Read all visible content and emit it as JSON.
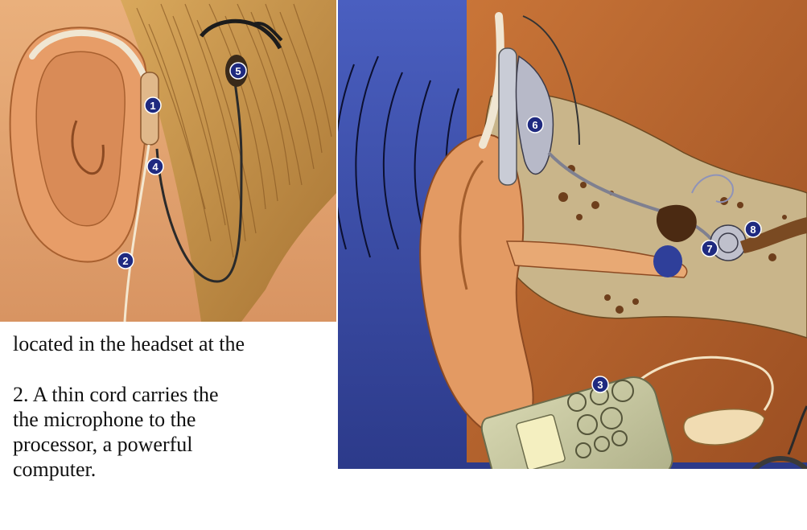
{
  "caption": {
    "line_1": "located in the headset at the",
    "line_2": "2. A thin cord carries the",
    "line_3": "the microphone to the",
    "line_4": "processor, a powerful",
    "line_5": "computer."
  },
  "callouts": {
    "c1": "1",
    "c2": "2",
    "c3": "3",
    "c4": "4",
    "c5": "5",
    "c6": "6",
    "c7": "7",
    "c8": "8"
  },
  "colors": {
    "skin": "#e2a06f",
    "hair": "#c48f44",
    "hair_dark": "#8a5a24",
    "rust": "#b8652d",
    "bone": "#c9b58a",
    "blue_bg": "#3a4ba0",
    "device": "#c8c9a3",
    "badge": "#1f2a80",
    "cord": "#2a2a2a"
  }
}
